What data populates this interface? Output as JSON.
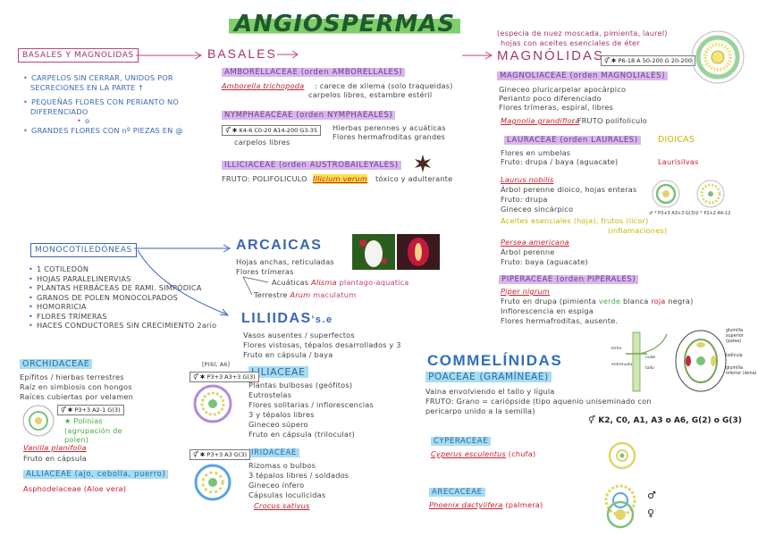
{
  "title": "ANGIOSPERMAS",
  "basales": {
    "box_label": "BASALES Y MAGNOLIDAS",
    "bullets": [
      "CARPELOS SIN CERRAR, UNIDOS POR SECRECIONES EN LA PARTE ↑",
      "PEQUEÑAS FLORES CON PERIANTO NO DIFERENCIADO",
      "o",
      "GRANDES FLORES CON nº PIEZAS EN @"
    ],
    "header": "BASALES",
    "amborellaceae": {
      "label": "AMBORELLACEAE (orden AMBORELLALES)",
      "species": "Amborella trichopoda",
      "desc1": "carece de xilema (solo traqueidas)",
      "desc2": "carpelos libres, estambre estéril"
    },
    "nymphaeaceae": {
      "label": "NYMPHAEACEAE (orden NYMPHAEALES)",
      "formula": "⚥ ✱ K4-6 C0-20 A14-200 G3-35",
      "desc1": "Hierbas perennes y acuáticas",
      "desc2": "Flores hermafroditas grandes",
      "note": "carpelos libres"
    },
    "illiciaceae": {
      "label": "ILLICIACEAE (orden AUSTROBAILEYALES)",
      "fruit_label": "FRUTO:",
      "fruit": "POLIFOLICULO",
      "species": "Illicium verum",
      "desc": "tóxico y adulterante"
    }
  },
  "magnolidas": {
    "note1": "(especia de nuez moscada, pimienta, laurel)",
    "note2": "hojas con aceites esenciales de éter",
    "header": "MAGNÓLIDAS",
    "formula": "⚥ ✱ P6-18 A 50-200 G 20-200",
    "magnoliaceae": {
      "label": "MAGNOLIACEAE (orden MAGNOLIALES)",
      "l1": "Gineceo pluricarpelar apocárpico",
      "l2": "Perianto poco diferenciado",
      "l3": "Flores trímeras, espiral, libres",
      "species": "Magnolia grandiflora",
      "fruit": ": FRUTO polifoliculo"
    },
    "lauraceae": {
      "label": "LAURACEAE (orden LAURALES)",
      "dioicas": "DIOICAS",
      "l1": "Flores en umbelas",
      "l2": "Fruto: drupa / baya (aguacate)",
      "laurisilvas": "Laurisilvas",
      "species": "Laurus nobilis",
      "l3": "Árbol perenne dioico, hojas enteras",
      "l4": "Fruto: drupa",
      "l5": "Gineceo sincárpico",
      "l6": "Aceites esenciales (hoja), frutos (licor)",
      "l7": "(inflamaciones)",
      "male": "♂ * P3+3 A3+3 G(3)",
      "female": "♀ * P2+2 A4-12"
    },
    "persea": {
      "species": "Persea americana",
      "l1": "Árbol perenne",
      "l2": "Fruto: baya (aguacate)"
    },
    "piperaceae": {
      "label": "PIPERACEAE (orden PIPERALES)",
      "species": "Piper nigrum",
      "l1a": "Fruto en drupa (pimienta ",
      "verde": "verde",
      "blanca": " blanca ",
      "roja": "roja",
      "negra": " negra)",
      "l2": "Inflorescencia en espiga",
      "l3": "Flores hermafroditas, ausente."
    }
  },
  "monocot": {
    "box_label": "MONOCOTILEDÓNEAS",
    "bullets": [
      "1 COTILEDÓN",
      "HOJAS PARALELINERVIAS",
      "PLANTAS HERBÁCEAS DE RAMI. SIMPÓDICA",
      "GRANOS DE POLEN MONOCOLPADOS",
      "HOMORRICIA",
      "FLORES TRÍMERAS",
      "HACES CONDUCTORES SIN CRECIMIENTO 2ario"
    ]
  },
  "arcaicas": {
    "header": "ARCAICAS",
    "l1": "Hojas anchas, reticuladas",
    "l2": "Flores trímeras",
    "acuaticas": "Acuáticas",
    "alisma": "Alisma",
    "alisma_common": "plantago-aquatica",
    "terrestre": "Terrestre",
    "arum": "Arum",
    "arum_species": "maculatum"
  },
  "liliidas": {
    "header": "LILIIDAS",
    "suffix": "'s.e",
    "l1": "Vasos ausentes / superfectos",
    "l2": "Flores vistosas, tépalos desarrollados y 3",
    "l3": "Fruto en cápsula / baya",
    "liliaceae": {
      "label": "LILIACEAE",
      "l1": "Plantas bulbosas (geófitos)",
      "l2": "Eutrostelas",
      "l3": "Flores solitarias / inflorescencias",
      "l4": "3 y tépalos libres",
      "l5": "Gineceo súpero",
      "l6": "Fruto en cápsula (trilocular)",
      "formula_top": "[P(6), A6]",
      "formula": "⚥ ✱ P3+3 A3+3 G(3)"
    },
    "iridaceae": {
      "label": "IRIDACEAE",
      "l1": "Rizomas o bulbos",
      "l2": "3 tépalos libres / soldados",
      "l3": "Gineceo ínfero",
      "l4": "Cápsulas loculicidas",
      "species": "Crocus sativus",
      "formula": "⚥ ✱ P3+3 A3 G(3)"
    }
  },
  "orchidaceae": {
    "label": "ORCHIDACEAE",
    "l1": "Epífitos / hierbas terrestres",
    "l2": "Raíz en simbiosis con hongos",
    "l3": "Raíces cubiertas por velamen",
    "formula": "⚥ ✱ P3+3 A2-1 G(3)",
    "polinias": "★ Polinias (agrupación de polen)",
    "species": "Vanilla planifolia",
    "fruit": "Fruto en cápsula",
    "alliaceae": "ALLIACEAE (ajo, cebolla, puerro)",
    "asphodel": "Asphodelaceae (Aloe vera)"
  },
  "commelinidas": {
    "header": "COMMELÍNIDAS",
    "poaceae": {
      "label": "POACEAE (GRAMÍNEAE)",
      "l1": "Vaina envolviendo el tallo y lígula",
      "l2": "FRUTO: Grano = cariópside (tipo aquenio uniseminado con",
      "l3": "pericarpo unido a la semilla)",
      "formula": "⚥ K2, C0, A1, A3 o A6, G(2) o G(3)"
    },
    "labels_spike": [
      "lema",
      "entrenudo",
      "nudo",
      "tallo"
    ],
    "labels_flower": [
      "glumilla superior (palea)",
      "glumilla inferior (lema)",
      "lodícula"
    ],
    "cyperaceae": {
      "label": "CYPERACEAE",
      "species": "Cyperus esculentus",
      "common": "(chufa)"
    },
    "arecaceae": {
      "label": "ARECACEAE",
      "species": "Phoenix dactylifera",
      "common": "(palmera)"
    },
    "sexes": [
      "♂",
      "♀"
    ]
  }
}
